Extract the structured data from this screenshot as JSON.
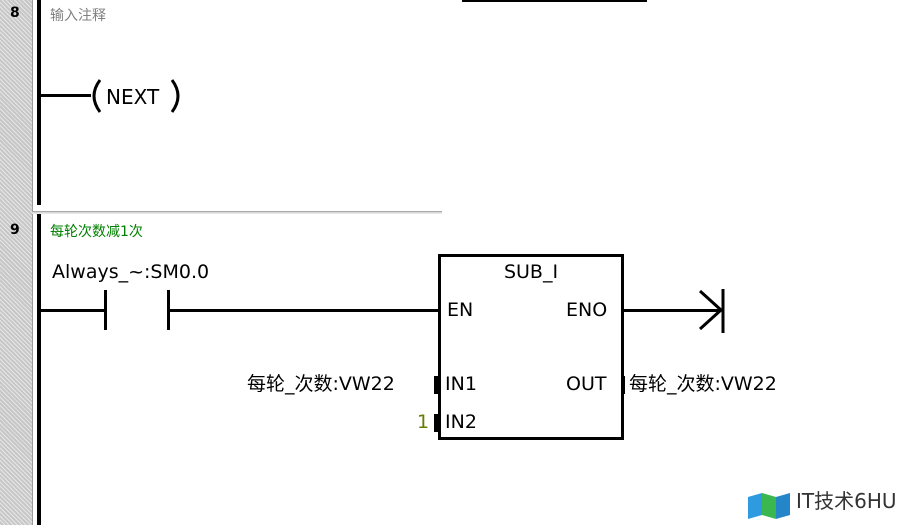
{
  "networks": [
    {
      "number": "8",
      "comment": "输入注释"
    },
    {
      "number": "9",
      "comment": "每轮次数减1次"
    }
  ],
  "network8": {
    "coil": {
      "text": "NEXT"
    }
  },
  "network9": {
    "contact": {
      "label": "Always_~:SM0.0"
    },
    "block": {
      "title": "SUB_I",
      "en": "EN",
      "eno": "ENO",
      "in1": "IN1",
      "in2": "IN2",
      "out": "OUT"
    },
    "in1_operand": "每轮_次数:VW22",
    "in2_operand": "1",
    "out_operand": "每轮_次数:VW22"
  },
  "watermark": {
    "text": "IT技术6HU"
  },
  "colors": {
    "comment_gray": "#808080",
    "comment_green": "#008000",
    "constant_olive": "#6b7b00",
    "gutter": "#c7c7c7"
  }
}
